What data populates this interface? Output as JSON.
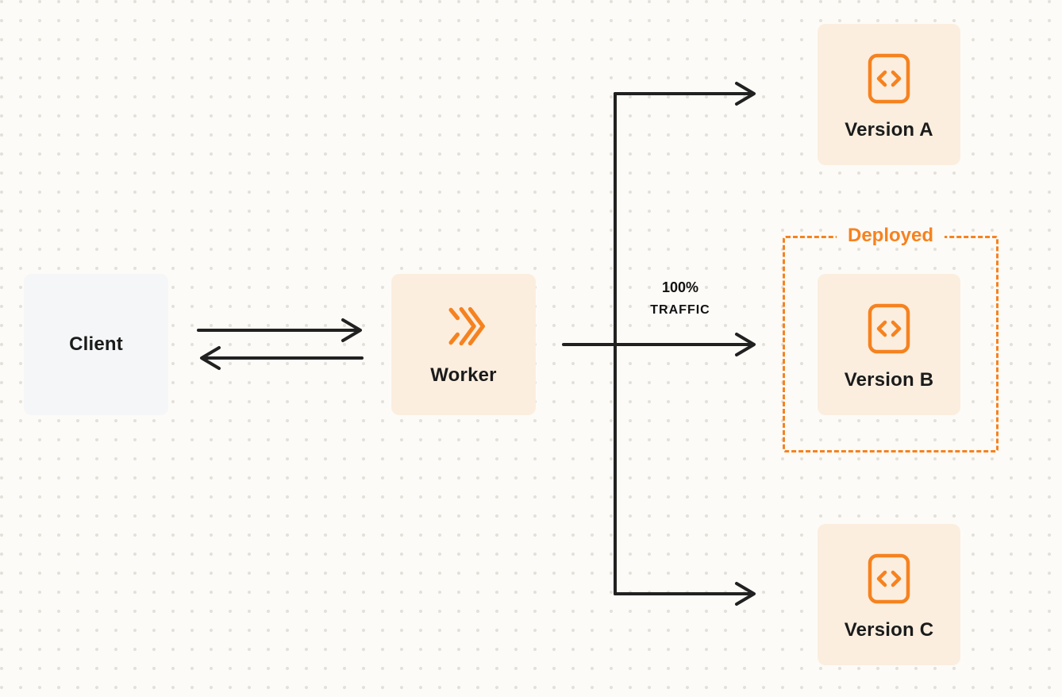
{
  "colors": {
    "accent_orange": "#F6821F",
    "node_cream_bg": "#FBEEDF",
    "client_bg": "#F5F6F7",
    "arrow": "#212121",
    "text": "#1B1B1B",
    "canvas_bg": "#FDFBF7",
    "dot_grid": "#E4E1DB"
  },
  "nodes": {
    "client": {
      "label": "Client"
    },
    "worker": {
      "label": "Worker",
      "icon": "workers-logo-icon"
    },
    "version_a": {
      "label": "Version A",
      "icon": "code-file-icon"
    },
    "version_b": {
      "label": "Version B",
      "icon": "code-file-icon"
    },
    "version_c": {
      "label": "Version C",
      "icon": "code-file-icon"
    }
  },
  "annotations": {
    "deployed": {
      "label": "Deployed"
    },
    "traffic": {
      "line1": "100%",
      "line2": "TRAFFIC"
    }
  }
}
